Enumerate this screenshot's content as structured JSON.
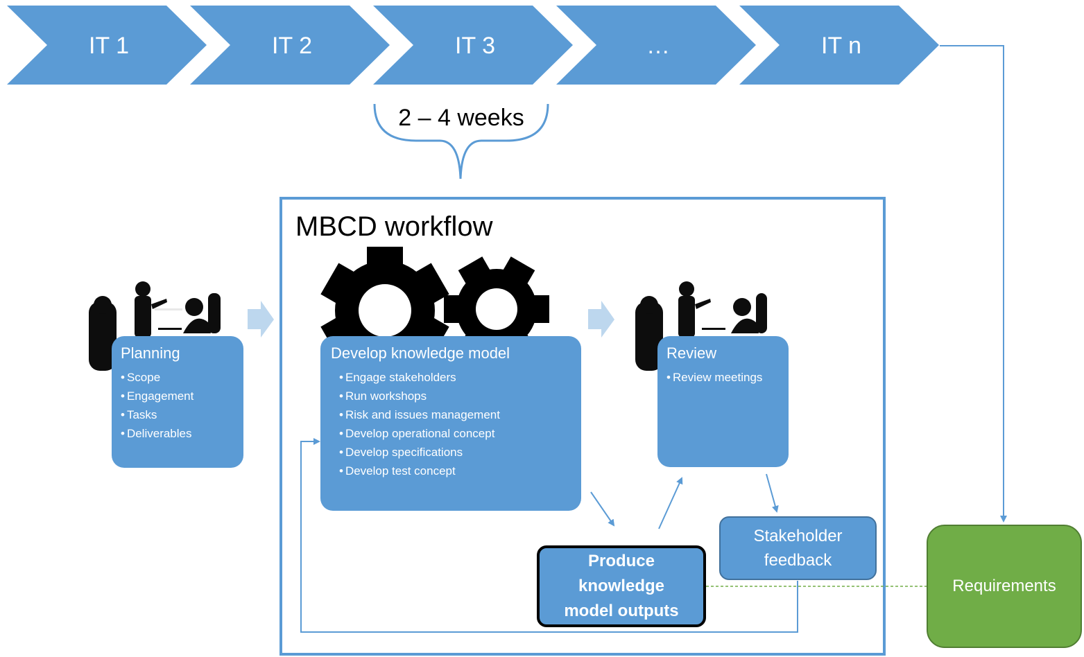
{
  "iterations": [
    "IT 1",
    "IT 2",
    "IT 3",
    "…",
    "IT n"
  ],
  "duration_label": "2 – 4 weeks",
  "workflow_title": "MBCD workflow",
  "planning": {
    "title": "Planning",
    "items": [
      "Scope",
      "Engagement",
      "Tasks",
      "Deliverables"
    ]
  },
  "develop": {
    "title": "Develop knowledge model",
    "items": [
      "Engage stakeholders",
      "Run workshops",
      "Risk and issues management",
      "Develop operational concept",
      "Develop specifications",
      "Develop test concept"
    ]
  },
  "review": {
    "title": "Review",
    "items": [
      "Review meetings"
    ]
  },
  "produce": {
    "lines": [
      "Produce",
      "knowledge",
      "model outputs"
    ]
  },
  "feedback": {
    "lines": [
      "Stakeholder",
      "feedback"
    ]
  },
  "requirements": {
    "label": "Requirements"
  },
  "colors": {
    "chevron": "#5b9bd5",
    "box": "#5b9bd5",
    "box_border": "#41719c",
    "requirements": "#70ad47",
    "requirements_border": "#507e32",
    "light_arrow": "#bdd7ee",
    "dashed_line": "#70ad47",
    "silhouette": "#0d0d0d"
  },
  "icons": [
    "presentation-people-icon",
    "gears-icon"
  ]
}
